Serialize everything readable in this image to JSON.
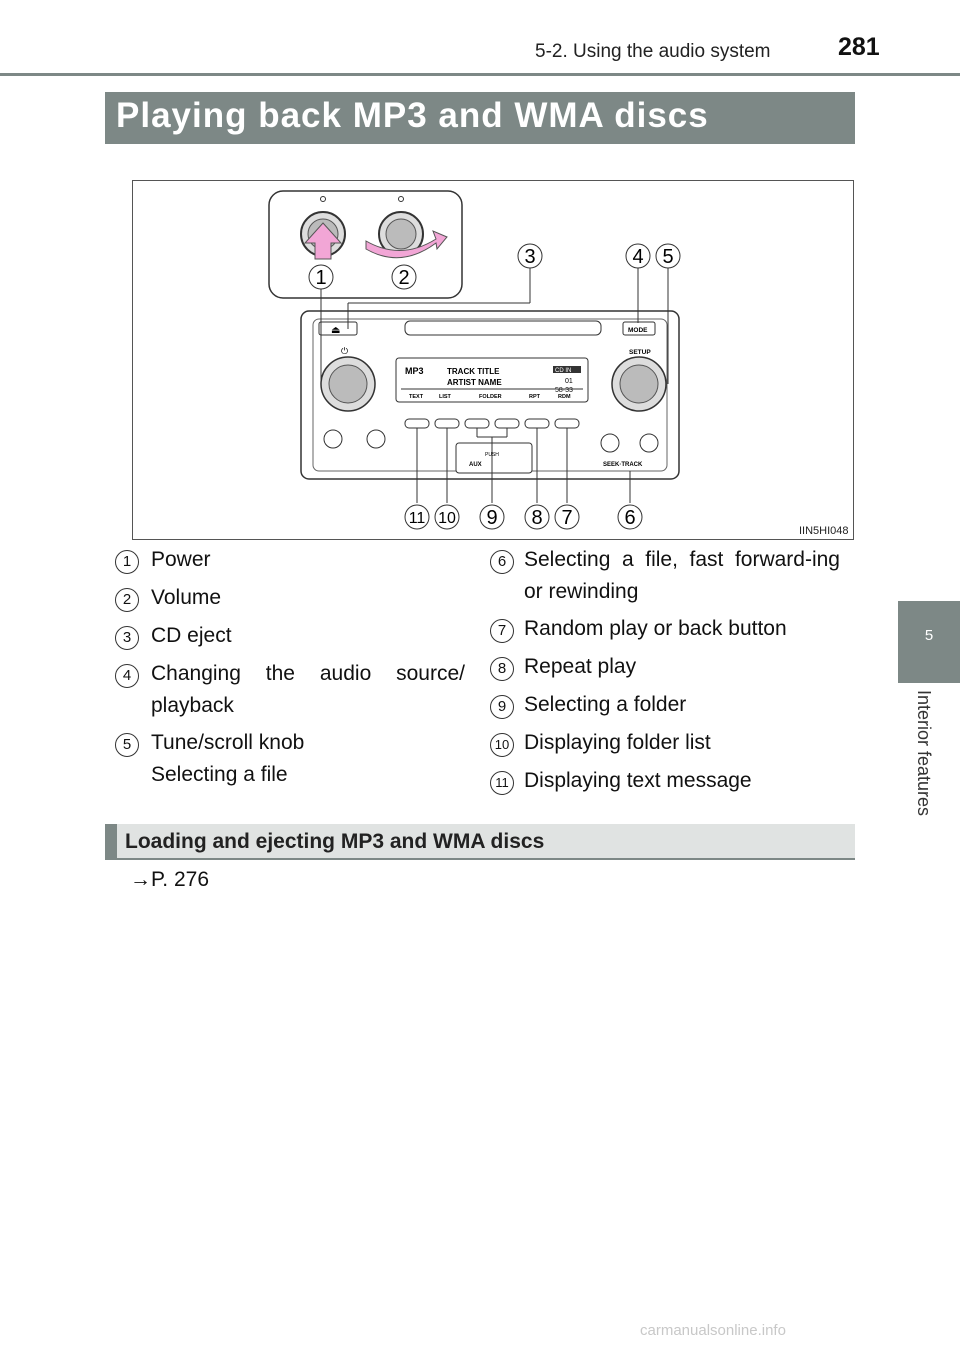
{
  "header": {
    "section": "5-2. Using the audio system",
    "page": "281"
  },
  "side_tab": {
    "number": "5",
    "label": "Interior features"
  },
  "title": "Playing back MP3 and WMA discs",
  "figure": {
    "id": "IIN5HI048",
    "panel": {
      "eject": "⏏",
      "mode": "MODE",
      "setup": "SETUP",
      "power_mark": "⏻",
      "display_line1": "TRACK TITLE",
      "display_line2": "ARTIST NAME",
      "display_logo": "MP3",
      "display_badge": "CD IN",
      "display_time": "58·33",
      "display_track": "01",
      "softkeys": [
        "TEXT",
        "LIST",
        "FOLDER",
        "RPT",
        "RDM"
      ],
      "aux": "AUX",
      "push": "PUSH",
      "seek": "SEEK·TRACK"
    },
    "callouts": [
      "1",
      "2",
      "3",
      "4",
      "5",
      "6",
      "7",
      "8",
      "9",
      "10",
      "11"
    ]
  },
  "legend": [
    {
      "num": "1",
      "text": "Power"
    },
    {
      "num": "2",
      "text": "Volume"
    },
    {
      "num": "3",
      "text": "CD eject"
    },
    {
      "num": "4",
      "text": "Changing the audio source/ playback"
    },
    {
      "num": "5",
      "text_line1": "Tune/scroll knob",
      "text_line2": "Selecting a file"
    },
    {
      "num": "6",
      "text": "Selecting a file, fast forward-ing or rewinding"
    },
    {
      "num": "7",
      "text": "Random play or back button"
    },
    {
      "num": "8",
      "text": "Repeat play"
    },
    {
      "num": "9",
      "text": "Selecting a folder"
    },
    {
      "num": "10",
      "text": "Displaying folder list"
    },
    {
      "num": "11",
      "text": "Displaying text message"
    }
  ],
  "subheading": "Loading and ejecting MP3 and WMA discs",
  "reference": "→P. 276",
  "footer": "carmanualsonline.info"
}
